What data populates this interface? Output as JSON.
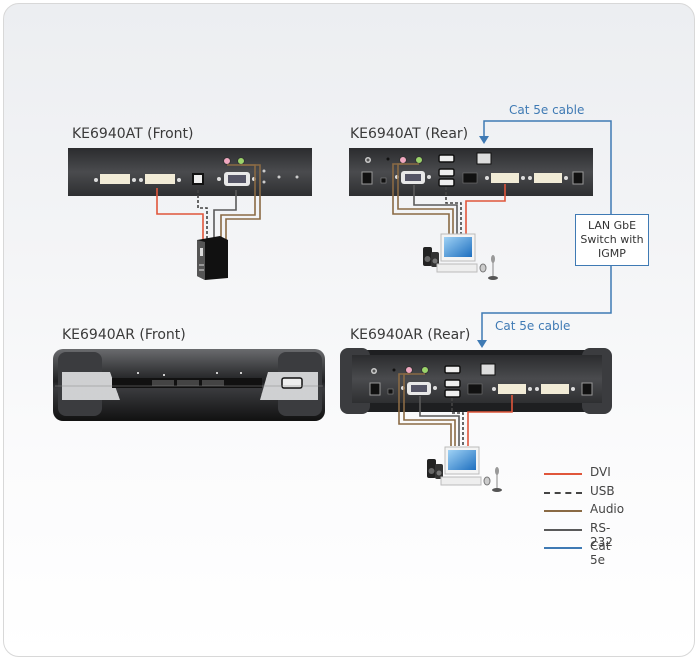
{
  "devices": {
    "tx_front": {
      "label": "KE6940AT (Front)"
    },
    "tx_rear": {
      "label": "KE6940AT (Rear)"
    },
    "rx_front": {
      "label": "KE6940AR (Front)"
    },
    "rx_rear": {
      "label": "KE6940AR (Rear)"
    }
  },
  "network": {
    "cable_top": "Cat 5e cable",
    "cable_bottom": "Cat 5e cable",
    "switch_lines": [
      "LAN GbE",
      "Switch with",
      "IGMP"
    ]
  },
  "legend": [
    {
      "label": "DVI",
      "color": "#e0563b",
      "style": "solid"
    },
    {
      "label": "USB",
      "color": "#444444",
      "style": "dashed"
    },
    {
      "label": "Audio",
      "color": "#8a6a44",
      "style": "solid"
    },
    {
      "label": "RS-232",
      "color": "#5a5a5a",
      "style": "solid"
    },
    {
      "label": "Cat 5e",
      "color": "#3f7ab4",
      "style": "solid"
    }
  ],
  "colors": {
    "dvi": "#e0563b",
    "usb": "#444444",
    "audio": "#8a6a44",
    "rs232": "#5a5a5a",
    "cat5e": "#3f7ab4",
    "device_body": "#3e3f42"
  }
}
